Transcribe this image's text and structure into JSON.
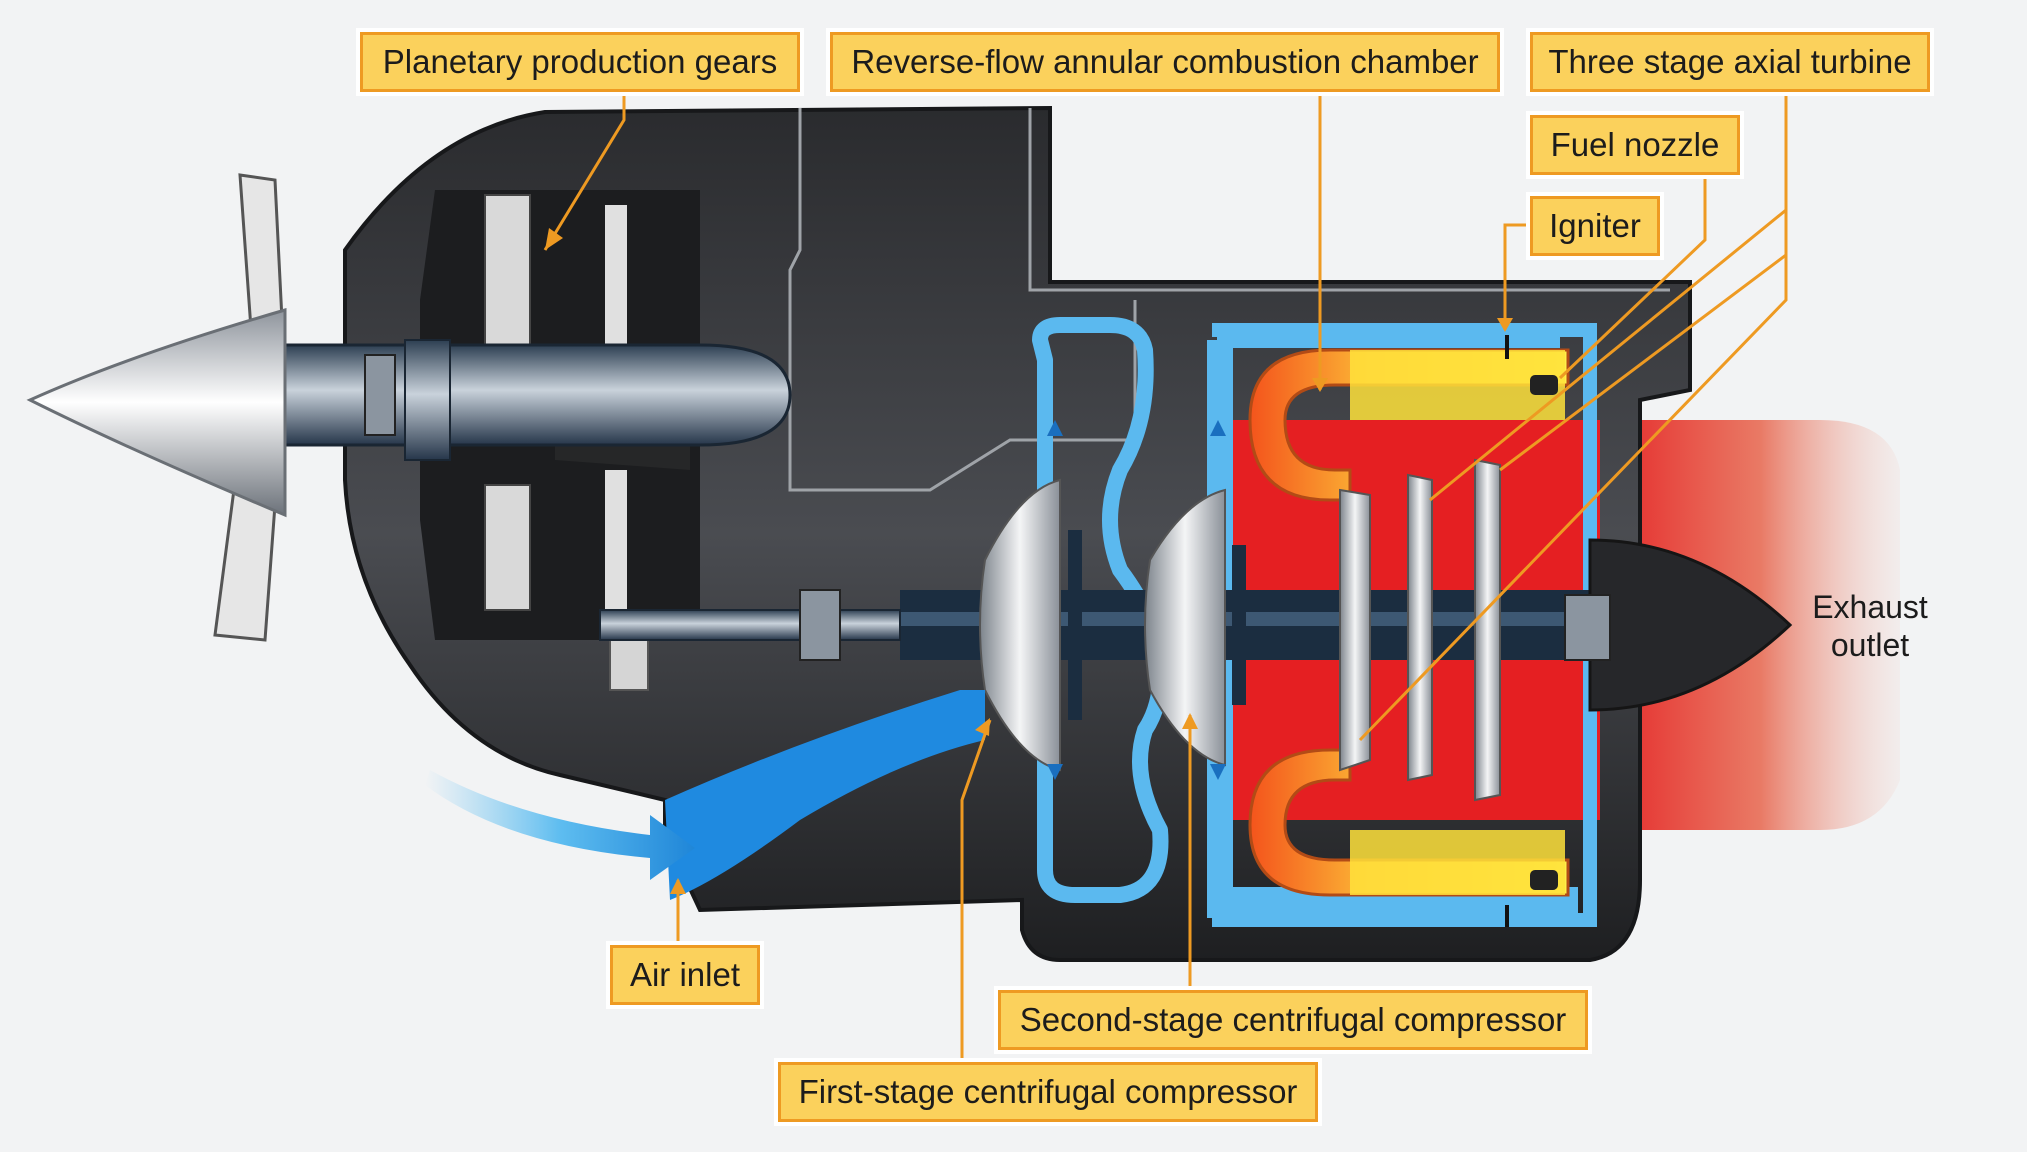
{
  "labels": {
    "planetary_gears": "Planetary production gears",
    "combustion_chamber": "Reverse-flow annular combustion chamber",
    "axial_turbine": "Three stage axial turbine",
    "fuel_nozzle": "Fuel nozzle",
    "igniter": "Igniter",
    "exhaust_line1": "Exhaust",
    "exhaust_line2": "outlet",
    "air_inlet": "Air inlet",
    "second_compressor": "Second-stage centrifugal compressor",
    "first_compressor": "First-stage centrifugal compressor"
  },
  "colors": {
    "casing": "#2f3033",
    "leader": "#ee9a22",
    "label_fill": "#fbd15c",
    "air_flow": "#45b4ee",
    "combustion": "#ffcf2e",
    "exhaust": "#e82828"
  }
}
